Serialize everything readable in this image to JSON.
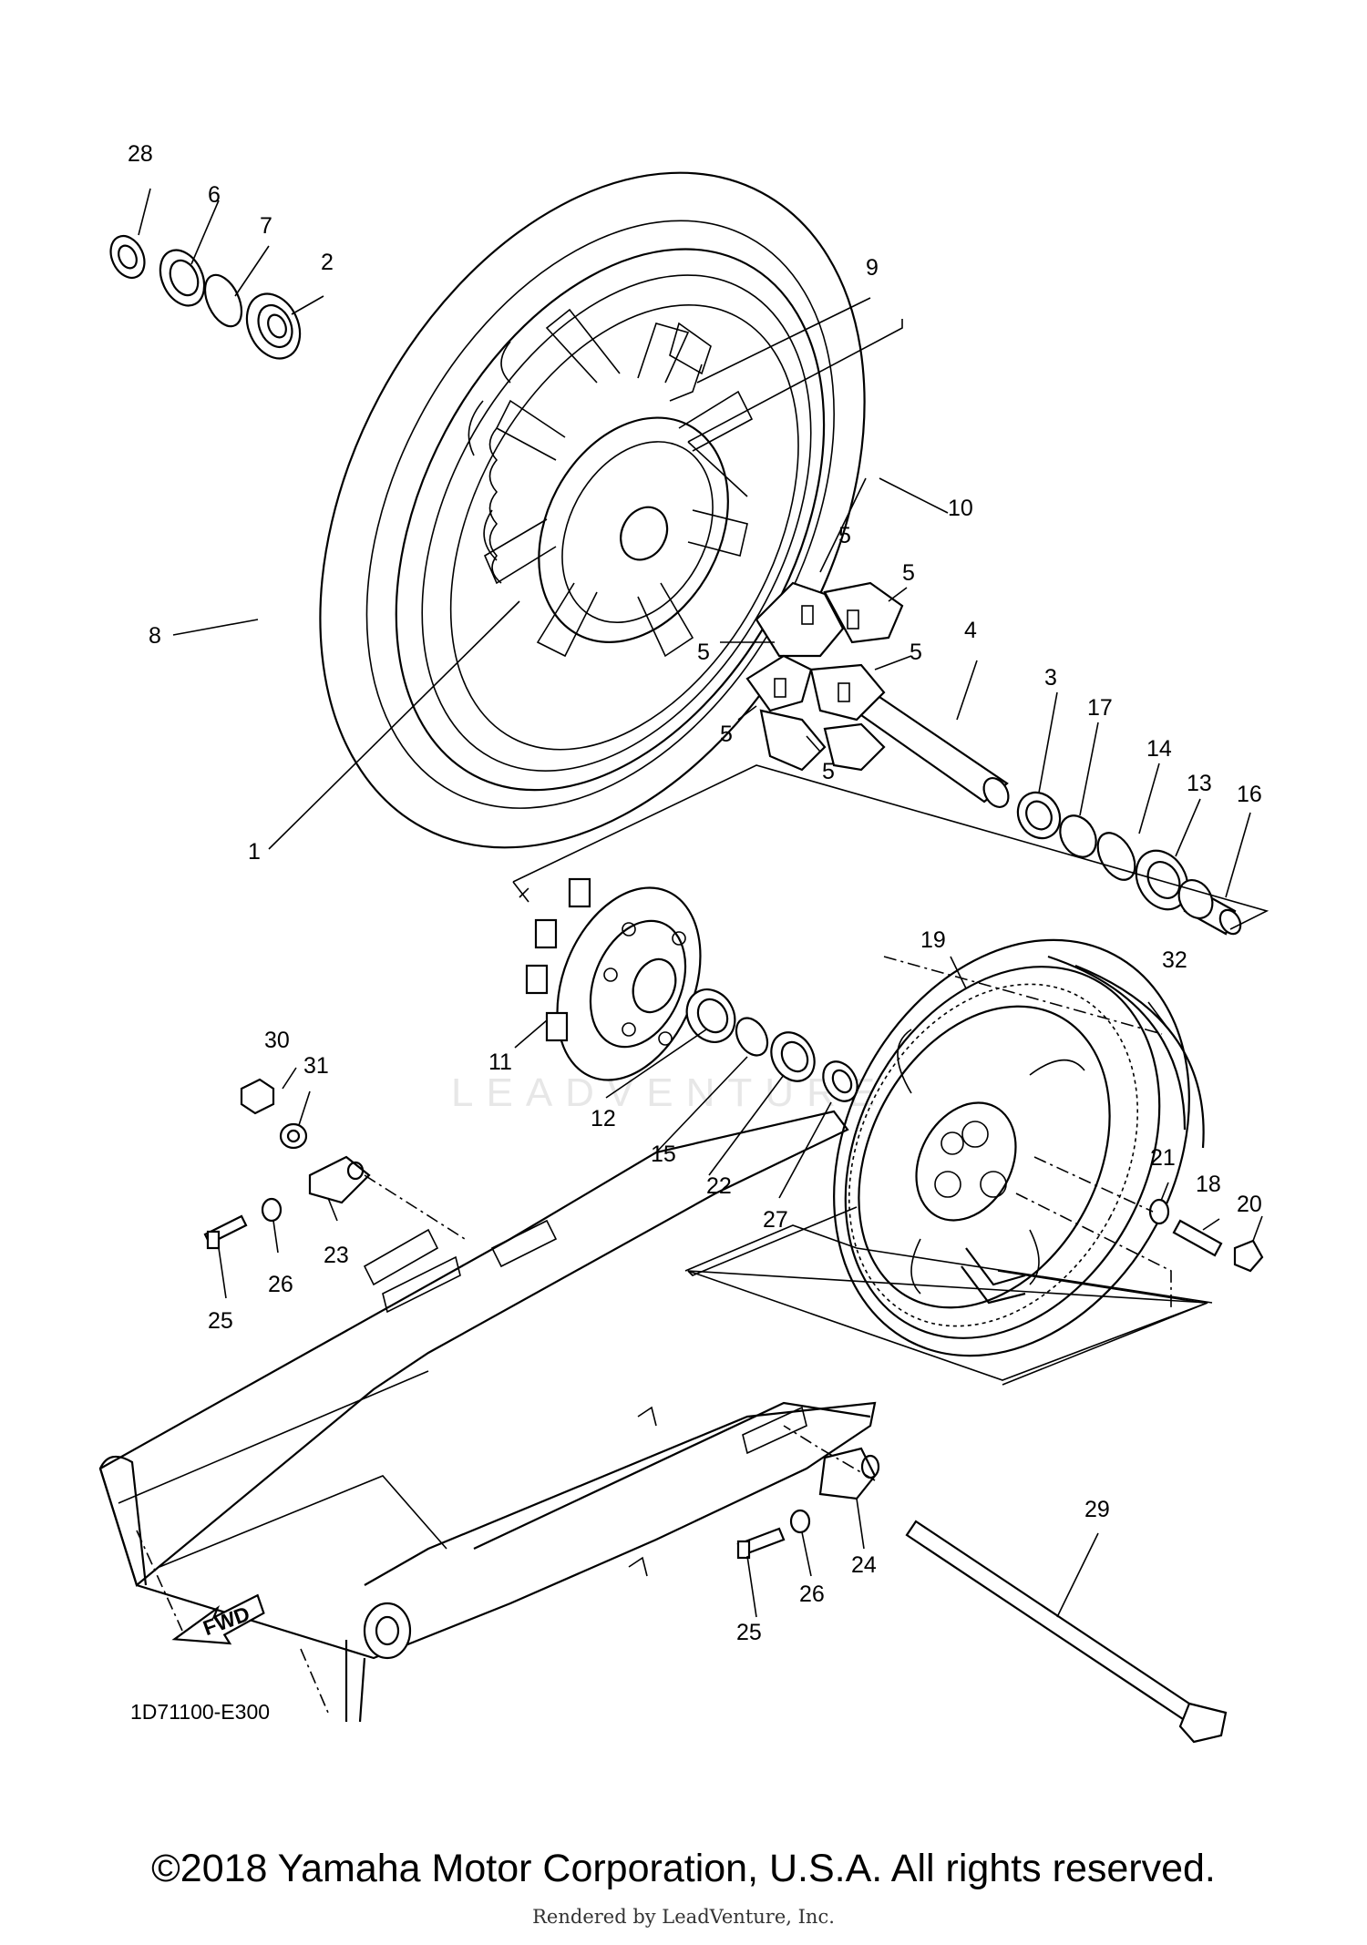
{
  "diagram": {
    "diagram_code": "1D71100-E300",
    "fwd_label": "FWD",
    "watermark": "LEADVENTURE",
    "callouts": {
      "c1": "1",
      "c2": "2",
      "c3": "3",
      "c4": "4",
      "c5a": "5",
      "c5b": "5",
      "c5c": "5",
      "c5d": "5",
      "c5e": "5",
      "c5f": "5",
      "c6": "6",
      "c7": "7",
      "c8": "8",
      "c9": "9",
      "c10": "10",
      "c11": "11",
      "c12": "12",
      "c13": "13",
      "c14": "14",
      "c15": "15",
      "c16": "16",
      "c17": "17",
      "c18": "18",
      "c19": "19",
      "c20": "20",
      "c21": "21",
      "c22": "22",
      "c23": "23",
      "c24": "24",
      "c25a": "25",
      "c25b": "25",
      "c26a": "26",
      "c26b": "26",
      "c27": "27",
      "c28": "28",
      "c29": "29",
      "c30": "30",
      "c31": "31",
      "c32": "32"
    }
  },
  "footer": {
    "copyright": "©2018 Yamaha Motor Corporation, U.S.A. All rights reserved.",
    "rendered_by": "Rendered by LeadVenture, Inc."
  }
}
